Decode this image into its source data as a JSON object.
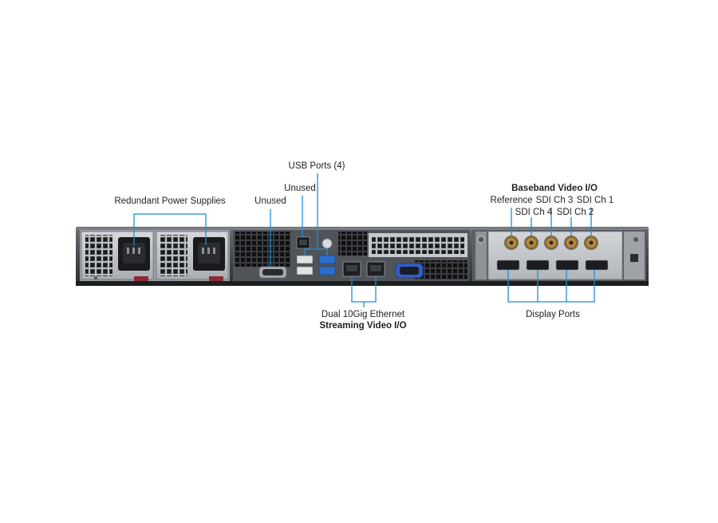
{
  "labels": {
    "redundant_power": "Redundant Power Supplies",
    "unused_left": "Unused",
    "unused_mid": "Unused",
    "usb_ports": "USB Ports (4)",
    "ethernet_line1": "Dual 10Gig Ethernet",
    "ethernet_line2": "Streaming Video I/O",
    "baseband_title": "Baseband Video I/O",
    "reference": "Reference",
    "sdi_ch3": "SDI Ch 3",
    "sdi_ch1": "SDI Ch 1",
    "sdi_ch4": "SDI Ch 4",
    "sdi_ch2": "SDI Ch 2",
    "display_ports": "Display Ports"
  },
  "colors": {
    "callout_line": "#1a8fd6",
    "chassis": "#4a4d52",
    "chassis_dark": "#2c2e31",
    "panel": "#c9ccd0",
    "usb_blue": "#2a6fd0",
    "vga_blue": "#2f5fc8",
    "bnc_gold": "#b78a3c"
  }
}
